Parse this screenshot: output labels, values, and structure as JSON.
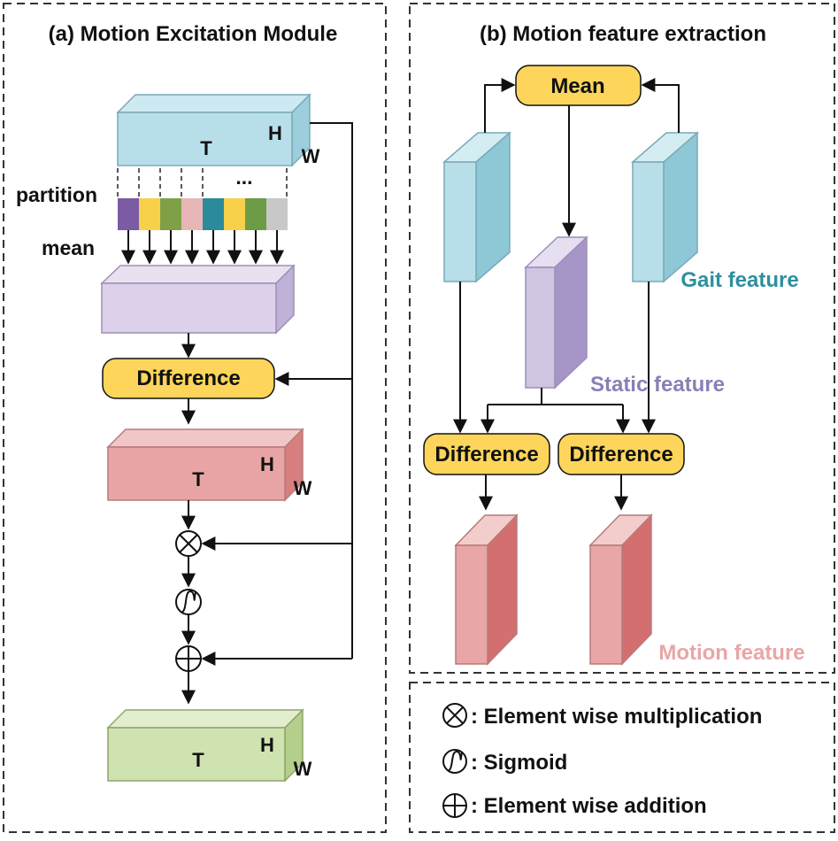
{
  "panel_a": {
    "title": "(a) Motion Excitation Module",
    "input_cube": {
      "t": "T",
      "h": "H",
      "w": "W"
    },
    "partition_label": "partition",
    "ellipsis": "...",
    "mean_label": "mean",
    "difference_label": "Difference",
    "excitation_cube": {
      "t": "T",
      "h": "H",
      "w": "W"
    },
    "output_cube": {
      "t": "T",
      "h": "H",
      "w": "W"
    },
    "partition_colors": [
      "#7b5ba3",
      "#f7d14a",
      "#7fa046",
      "#e8b6b6",
      "#2b8b9b",
      "#f7d14a",
      "#6e9b45",
      "#c8c8c8"
    ]
  },
  "panel_b": {
    "title": "(b) Motion feature extraction",
    "mean_label": "Mean",
    "gait_label": "Gait feature",
    "static_label": "Static feature",
    "difference_left": "Difference",
    "difference_right": "Difference",
    "motion_label": "Motion feature",
    "colors": {
      "gait": "#2e8fa0",
      "static": "#8a7fb5",
      "motion": "#e9a6a6"
    }
  },
  "legend": {
    "multiply": ": Element wise multiplication",
    "sigmoid": ": Sigmoid",
    "add": ": Element wise addition"
  }
}
